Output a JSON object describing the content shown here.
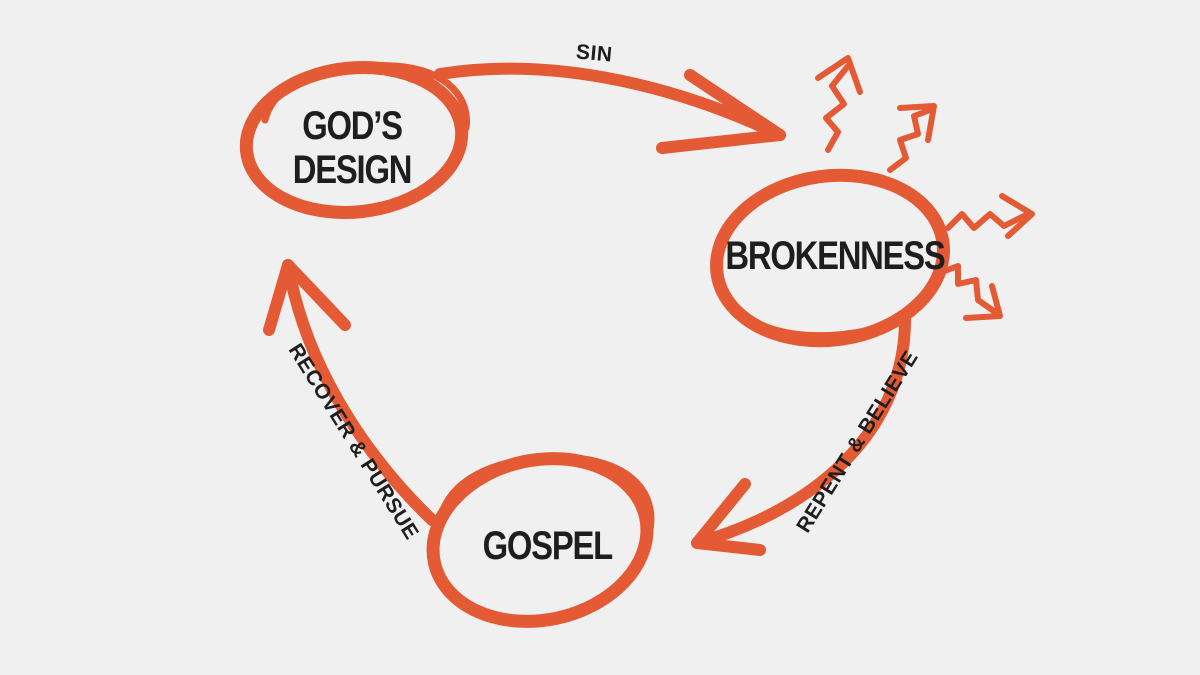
{
  "diagram": {
    "accent_color": "#e35a35",
    "nodes": {
      "gods_design": {
        "line1": "GOD’S",
        "line2": "DESIGN"
      },
      "brokenness": {
        "label": "BROKENNESS"
      },
      "gospel": {
        "label": "GOSPEL"
      }
    },
    "edges": {
      "sin": "SIN",
      "repent_believe": "REPENT & BELIEVE",
      "recover_pursue": "RECOVER & PURSUE"
    }
  }
}
